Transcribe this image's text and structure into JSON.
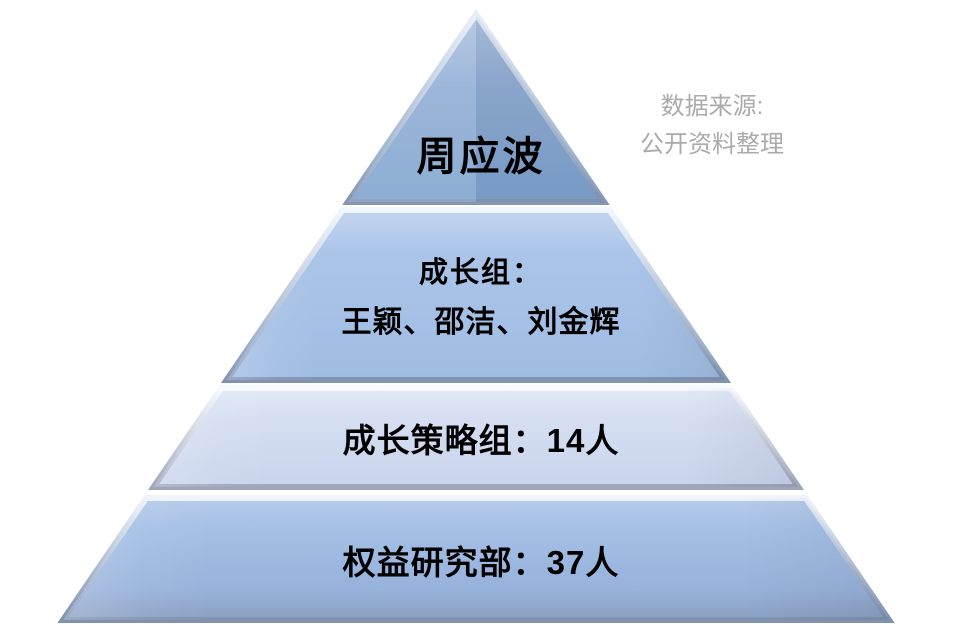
{
  "figure": {
    "background": "#FFFFFF",
    "kind": "pyramid-hierarchy"
  },
  "source_note": {
    "lines": [
      "数据来源:",
      "公开资料整理"
    ],
    "color": "#ABABAB"
  },
  "chart_data": {
    "type": "pyramid",
    "levels": [
      {
        "rank": 1,
        "lines": [
          "周应波"
        ],
        "fill": "#7FA4CF"
      },
      {
        "rank": 2,
        "lines": [
          "成长组：",
          "王颖、邵洁、刘金辉"
        ],
        "fill": "#A8C2E7"
      },
      {
        "rank": 3,
        "lines": [
          "成长策略组：14人"
        ],
        "headcount": 14,
        "fill": "#D4DEF1"
      },
      {
        "rank": 4,
        "lines": [
          "权益研究部：37人"
        ],
        "headcount": 37,
        "fill": "#9DBAE2"
      }
    ],
    "text_color": "#000000",
    "legend_position": "none",
    "grid": false
  }
}
